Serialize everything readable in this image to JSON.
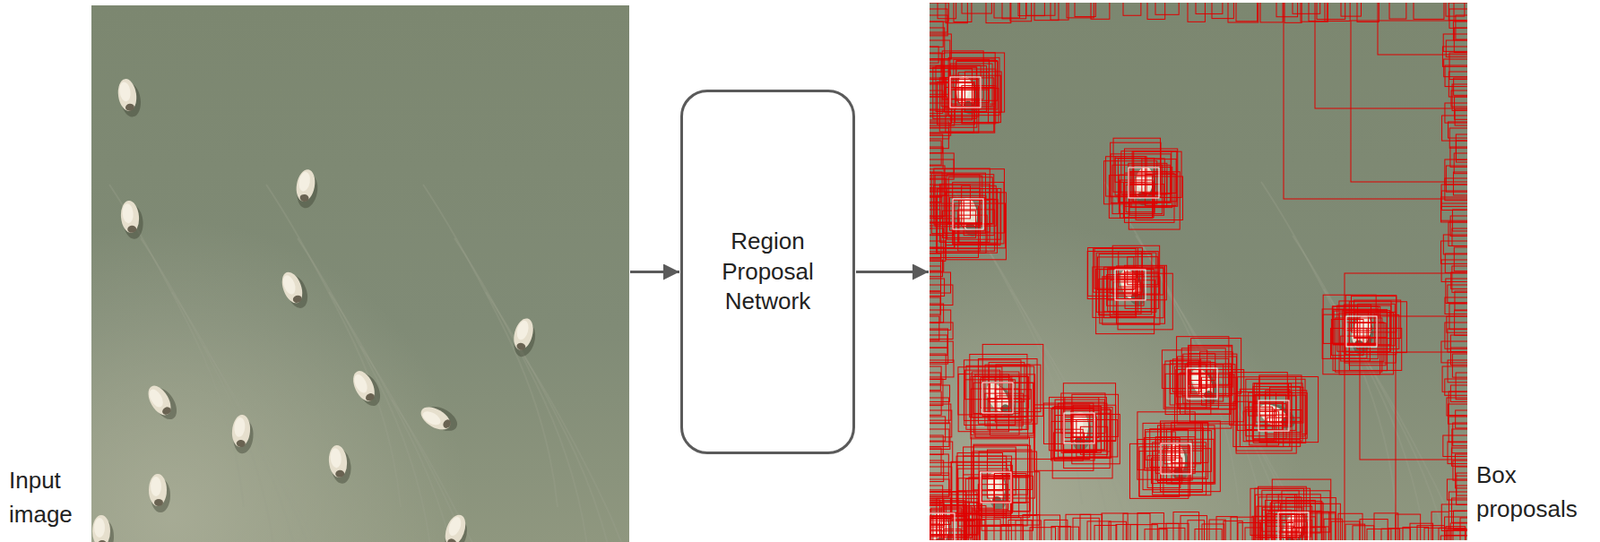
{
  "diagram": {
    "nodes": [
      {
        "text": [
          "Input image"
        ]
      },
      {
        "text": [
          "Region Proposal Network"
        ]
      },
      {
        "text": [
          "Box proposals"
        ]
      }
    ],
    "edges": [
      {
        "from": 0,
        "to": 1,
        "arrow": "to"
      },
      {
        "from": 1,
        "to": 2,
        "arrow": "to"
      }
    ]
  }
}
